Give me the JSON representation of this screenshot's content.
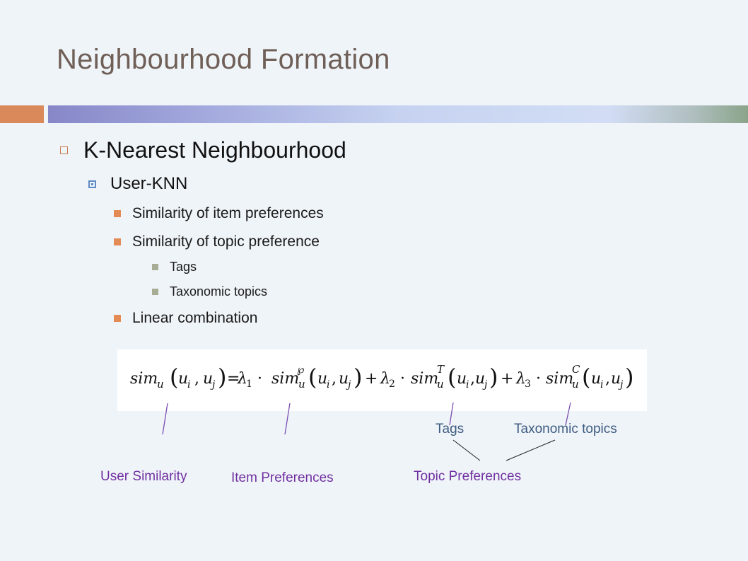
{
  "title": "Neighbourhood Formation",
  "bullets": {
    "level1": "K-Nearest Neighbourhood",
    "level2": "User-KNN",
    "level3": [
      "Similarity of item preferences",
      "Similarity of topic preference",
      "Linear combination"
    ],
    "level4": [
      "Tags",
      "Taxonomic topics"
    ]
  },
  "formula": {
    "sim": "sim",
    "u": "u",
    "u_i": "u",
    "i": "i",
    "u_j": "u",
    "j": "j",
    "eq": "=",
    "lambda": "λ",
    "one": "1",
    "two": "2",
    "three": "3",
    "dot": "·",
    "plus": "+",
    "comma": ",",
    "sup_items": "℘",
    "sup_tags": "T",
    "sup_tax": "C"
  },
  "annotations": {
    "tags": "Tags",
    "taxonomic": "Taxonomic topics",
    "user_similarity": "User Similarity",
    "item_preferences": "Item Preferences",
    "topic_preferences": "Topic Preferences"
  },
  "colors": {
    "title": "#6f5f57",
    "accent_orange": "#d9895a",
    "annotation_purple": "#7030a0",
    "annotation_blue": "#3d5b80",
    "line_purple": "#7b4fb0"
  }
}
